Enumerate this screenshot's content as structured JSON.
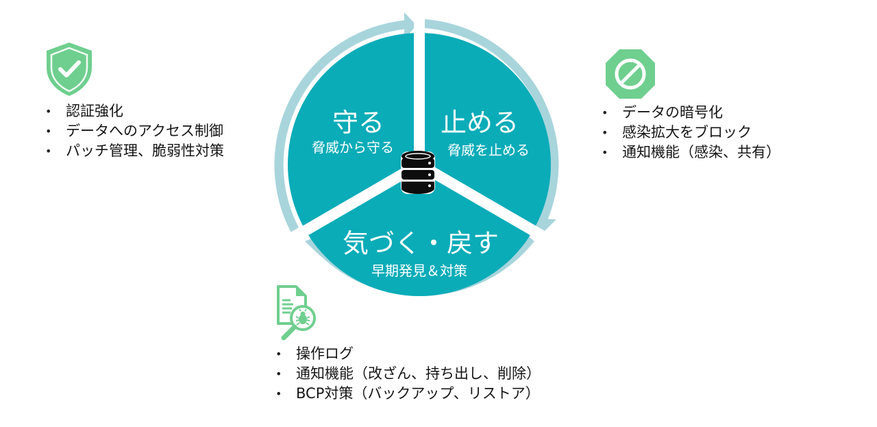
{
  "colors": {
    "sector": "#0aacb8",
    "ring": "#a8d5dc",
    "divider": "#ffffff",
    "icon_green": "#6fcf8f",
    "text": "#151515",
    "database": "#0d0d0d"
  },
  "cycle": {
    "center_icon": "database-icon",
    "sectors": [
      {
        "id": "protect",
        "title": "守る",
        "subtitle": "脅威から守る"
      },
      {
        "id": "stop",
        "title": "止める",
        "subtitle": "脅威を止める"
      },
      {
        "id": "detect-restore",
        "title": "気づく・戻す",
        "subtitle": "早期発見＆対策"
      }
    ]
  },
  "panels": {
    "protect": {
      "icon": "shield-check-icon",
      "items": [
        "認証強化",
        "データへのアクセス制御",
        "パッチ管理、脆弱性対策"
      ]
    },
    "stop": {
      "icon": "prohibited-octagon-icon",
      "items": [
        "データの暗号化",
        "感染拡大をブロック",
        "通知機能（感染、共有）"
      ]
    },
    "detect": {
      "icon": "document-bug-search-icon",
      "items": [
        "操作ログ",
        "通知機能（改ざん、持ち出し、削除）",
        "BCP対策（バックアップ、リストア）"
      ]
    }
  }
}
